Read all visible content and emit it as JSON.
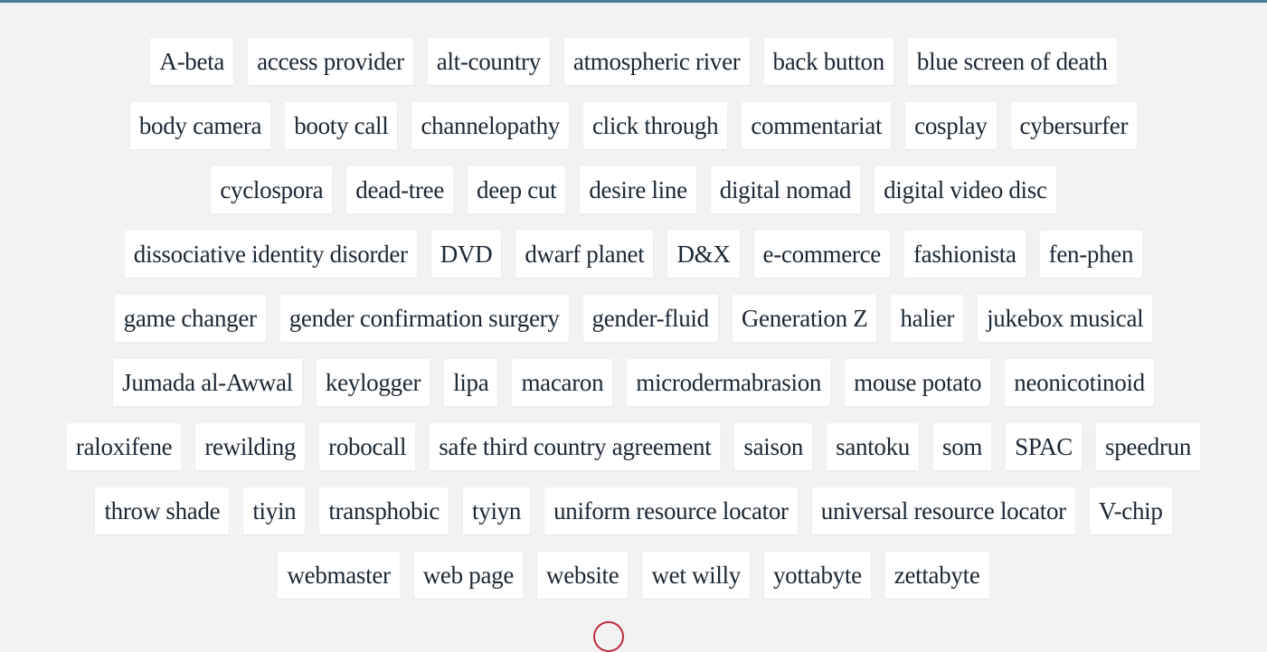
{
  "rows": [
    [
      "A-beta",
      "access provider",
      "alt-country",
      "atmospheric river",
      "back button",
      "blue screen of death"
    ],
    [
      "body camera",
      "booty call",
      "channelopathy",
      "click through",
      "commentariat",
      "cosplay",
      "cybersurfer"
    ],
    [
      "cyclospora",
      "dead-tree",
      "deep cut",
      "desire line",
      "digital nomad",
      "digital video disc"
    ],
    [
      "dissociative identity disorder",
      "DVD",
      "dwarf planet",
      "D&X",
      "e-commerce",
      "fashionista",
      "fen-phen"
    ],
    [
      "game changer",
      "gender confirmation surgery",
      "gender-fluid",
      "Generation Z",
      "halier",
      "jukebox musical"
    ],
    [
      "Jumada al-Awwal",
      "keylogger",
      "lipa",
      "macaron",
      "microdermabrasion",
      "mouse potato",
      "neonicotinoid"
    ],
    [
      "raloxifene",
      "rewilding",
      "robocall",
      "safe third country agreement",
      "saison",
      "santoku",
      "som",
      "SPAC",
      "speedrun"
    ],
    [
      "throw shade",
      "tiyin",
      "transphobic",
      "tyiyn",
      "uniform resource locator",
      "universal resource locator",
      "V-chip"
    ],
    [
      "webmaster",
      "web page",
      "website",
      "wet willy",
      "yottabyte",
      "zettabyte"
    ]
  ],
  "colors": {
    "accent": "#4a7f9b",
    "tag_bg": "#ffffff",
    "text": "#1c2733",
    "circle": "#c0283a"
  }
}
